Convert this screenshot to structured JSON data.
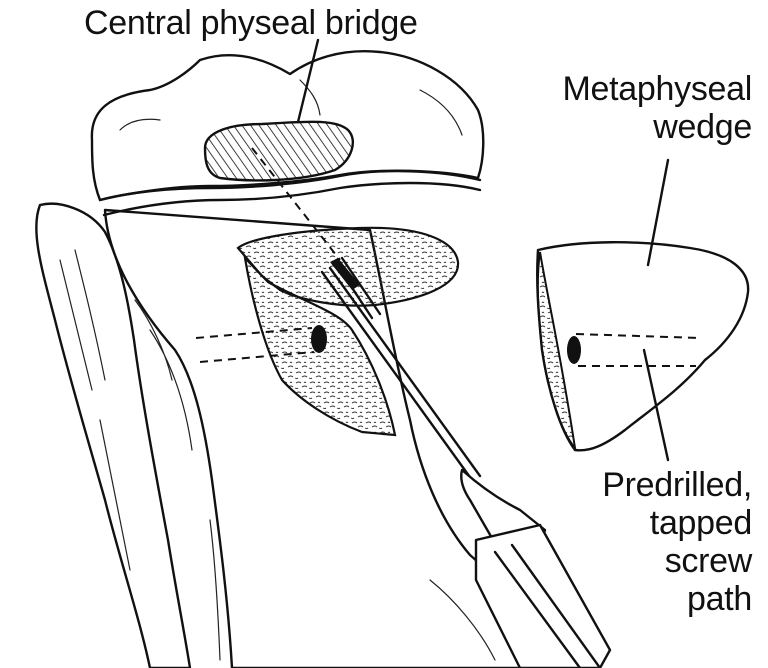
{
  "labels": {
    "central_bridge": "Central physeal bridge",
    "metaphyseal_wedge": [
      "Metaphyseal",
      "wedge"
    ],
    "screw_path": [
      "Predrilled,",
      "tapped",
      "screw",
      "path"
    ]
  },
  "colors": {
    "line": "#111111",
    "background": "#ffffff"
  }
}
